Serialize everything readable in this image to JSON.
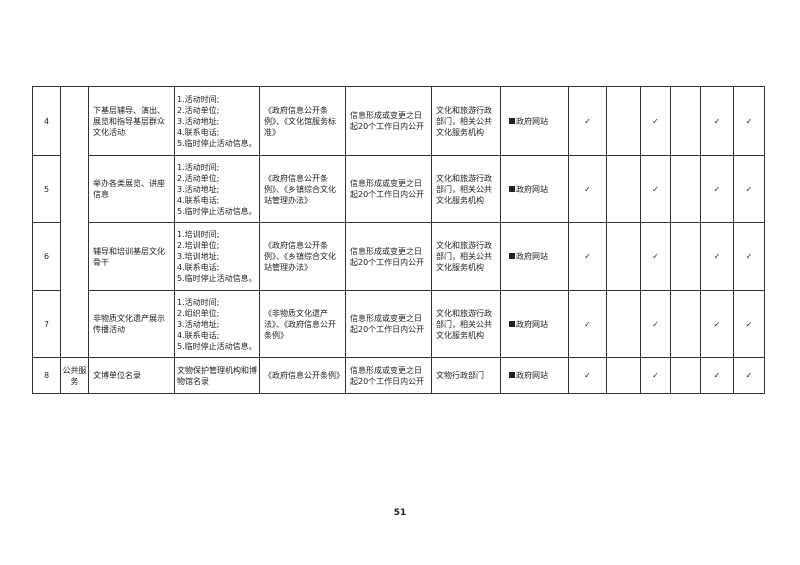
{
  "check_mark": "✓",
  "page_number": "51",
  "rows": [
    {
      "no": "4",
      "category": "",
      "name": "下基层辅导、演出、展览和指导基层群众文化活动",
      "items": [
        "1.活动时间;",
        "2.活动单位;",
        "3.活动地址;",
        "4.联系电话;",
        "5.临时停止活动信息。"
      ],
      "basis": "《政府信息公开条例》、《文化馆服务标准》",
      "time_limit": "信息形成或变更之日起20个工作日内公开",
      "department": "文化和旅游行政部门，相关公共文化服务机构",
      "channel": "政府网站"
    },
    {
      "no": "5",
      "category": "",
      "name": "举办各类展览、讲座信息",
      "items": [
        "1.活动时间;",
        "2.活动单位;",
        "3.活动地址;",
        "4.联系电话;",
        "5.临时停止活动信息。"
      ],
      "basis": "《政府信息公开条例》、《乡镇综合文化站管理办法》",
      "time_limit": "信息形成或变更之日起20个工作日内公开",
      "department": "文化和旅游行政部门，相关公共文化服务机构",
      "channel": "政府网站"
    },
    {
      "no": "6",
      "category": "",
      "name": "辅导和培训基层文化骨干",
      "items": [
        "1.培训时间;",
        "2.培训单位;",
        "3.培训地址;",
        "4.联系电话;",
        "5.临时停止活动信息。"
      ],
      "basis": "《政府信息公开条例》、《乡镇综合文化站管理办法》",
      "time_limit": "信息形成或变更之日起20个工作日内公开",
      "department": "文化和旅游行政部门，相关公共文化服务机构",
      "channel": "政府网站"
    },
    {
      "no": "7",
      "category": "",
      "name": "非物质文化遗产展示传播活动",
      "items": [
        "1.活动时间;",
        "2.组织单位;",
        "3.活动地址;",
        "4.联系电话;",
        "5.临时停止活动信息。"
      ],
      "basis": "《非物质文化遗产法》、《政府信息公开条例》",
      "time_limit": "信息形成或变更之日起20个工作日内公开",
      "department": "文化和旅游行政部门，相关公共文化服务机构",
      "channel": "政府网站"
    },
    {
      "no": "8",
      "category": "公共服务",
      "name": "文博单位名录",
      "items": [
        "文物保护管理机构和博物馆名录"
      ],
      "basis": "《政府信息公开条例》",
      "time_limit": "信息形成或变更之日起20个工作日内公开",
      "department": "文物行政部门",
      "channel": "政府网站"
    }
  ]
}
